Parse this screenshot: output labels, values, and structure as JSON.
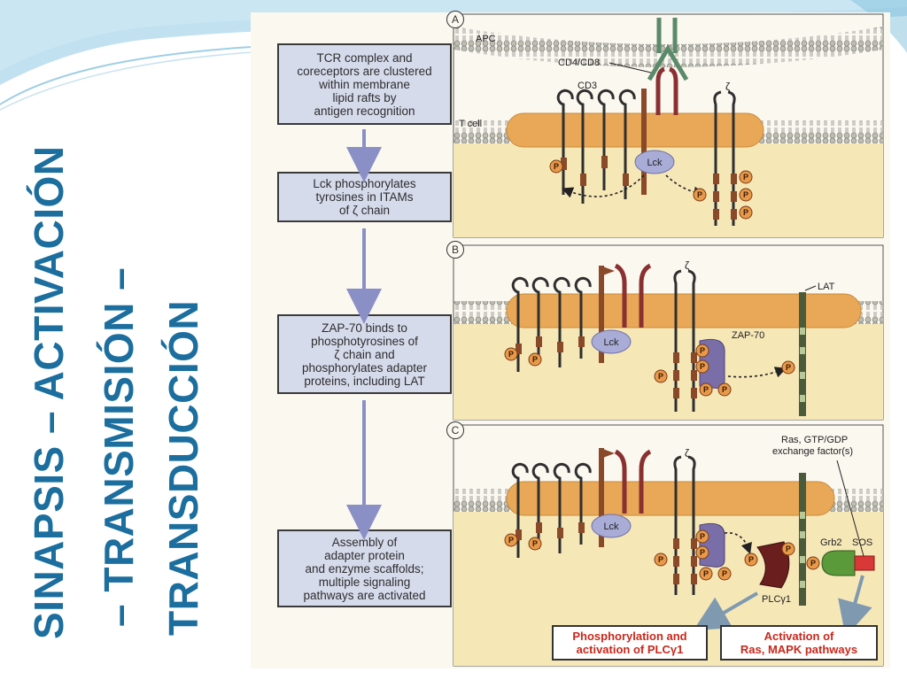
{
  "slide": {
    "title_lines": [
      "SINAPSIS – ACTIVACIÓN",
      "– TRANSMISIÓN –",
      "TRANSDUCCIÓN"
    ]
  },
  "steps": [
    "TCR complex and\ncoreceptors are clustered\nwithin membrane\nlipid rafts by\nantigen recognition",
    "Lck phosphorylates\ntyrosines in ITAMs\nof ζ chain",
    "ZAP-70 binds to\nphosphotyrosines of\nζ chain and\nphosphorylates adapter\nproteins, including LAT",
    "Assembly of\nadapter protein\nand enzyme scaffolds;\nmultiple signaling\npathways are activated"
  ],
  "panels": {
    "a": {
      "letter": "A",
      "apc": "APC",
      "cd4cd8": "CD4/CD8",
      "cd3": "CD3",
      "tcell": "T cell",
      "lck": "Lck",
      "zeta": "ζ"
    },
    "b": {
      "letter": "B",
      "lck": "Lck",
      "zap70": "ZAP-70",
      "lat": "LAT",
      "zeta": "ζ"
    },
    "c": {
      "letter": "C",
      "lck": "Lck",
      "ras_gef": "Ras, GTP/GDP\nexchange factor(s)",
      "grb2": "Grb2",
      "sos": "SOS",
      "plc": "PLCγ1",
      "zeta": "ζ"
    }
  },
  "phospho_label": "P",
  "results": [
    "Phosphorylation and\nactivation of PLCγ1",
    "Activation of\nRas, MAPK pathways"
  ],
  "colors": {
    "title": "#1b6e9e",
    "step_box": "#d6dbec",
    "raft": "#e8a857",
    "cytoplasm": "#f6e7b7",
    "phospho": "#e89a48",
    "receptor": "#2f2f2f",
    "itam": "#8a4a2a",
    "lck": "#a9acd6",
    "zap70": "#7a6ea8",
    "lat": "#4a5a3a",
    "plc": "#6a1e1e",
    "grb2": "#5a9a3a",
    "sos": "#d83838",
    "result_text": "#c9281c"
  }
}
